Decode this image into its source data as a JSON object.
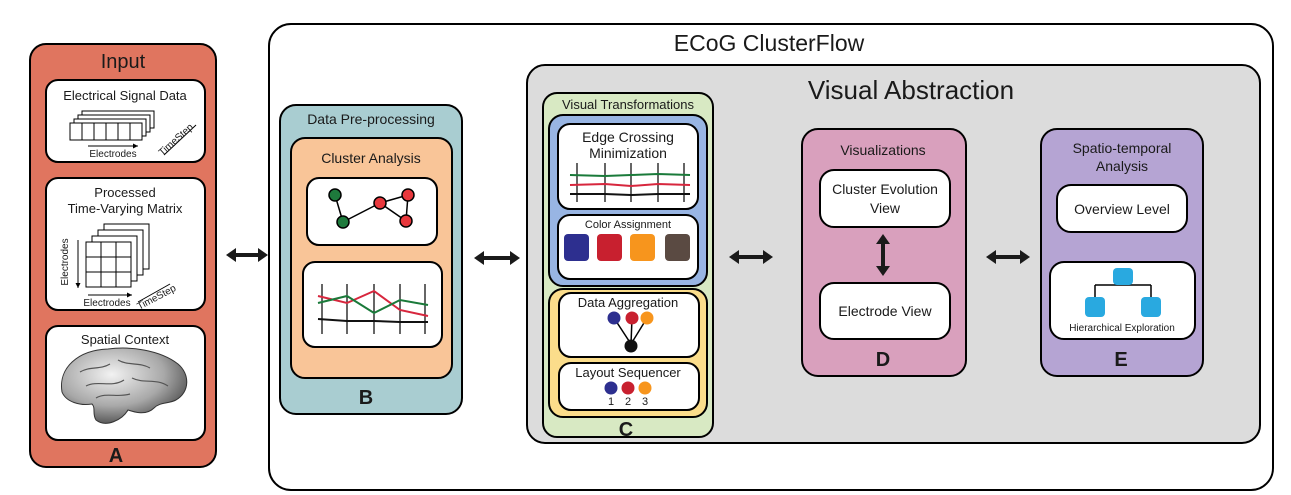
{
  "colors": {
    "input_panel": "#e0755f",
    "outer_frame": "#ffffff",
    "visual_abstraction": "#dcdcdc",
    "preprocessing": "#a9cdd1",
    "cluster_analysis": "#f9c598",
    "visual_transformations": "#d8e9c3",
    "edge_box": "#98b5e3",
    "aggregation_box": "#fbdd8b",
    "visualizations": "#d9a0bd",
    "spatiotemporal": "#b5a4d3",
    "swatches": [
      "#2d2f8f",
      "#c8202f",
      "#f7951d",
      "#5a4a42"
    ],
    "line_red": "#d7263d",
    "line_green": "#1a7a3a",
    "node_green": "#1e7a3c",
    "node_red": "#e8383d",
    "tree_node": "#29a9e0"
  },
  "input": {
    "title": "Input",
    "electrical": {
      "title": "Electrical Signal Data",
      "x_axis": "Electrodes",
      "z_axis": "TimeStep"
    },
    "processed": {
      "title_line1": "Processed",
      "title_line2": "Time-Varying Matrix",
      "y_axis": "Electrodes",
      "x_axis": "Electrodes",
      "z_axis": "TimeStep"
    },
    "spatial": {
      "title": "Spatial Context"
    },
    "label": "A"
  },
  "clusterflow": {
    "title": "ECoG ClusterFlow",
    "preprocessing": {
      "title": "Data Pre-processing",
      "cluster_title": "Cluster Analysis",
      "label": "B"
    },
    "visual_abstraction": {
      "title": "Visual Abstraction",
      "transformations": {
        "title": "Visual Transformations",
        "edge_line1": "Edge Crossing",
        "edge_line2": "Minimization",
        "color_title": "Color  Assignment",
        "aggregation_title": "Data Aggregation",
        "sequencer_title": "Layout Sequencer",
        "sequencer_numbers": [
          "1",
          "2",
          "3"
        ],
        "label": "C"
      },
      "visualizations": {
        "title": "Visualizations",
        "cluster_view_line1": "Cluster Evolution",
        "cluster_view_line2": "View",
        "electrode_view": "Electrode View",
        "label": "D"
      },
      "spatiotemporal": {
        "title_line1": "Spatio-temporal",
        "title_line2": "Analysis",
        "overview": "Overview Level",
        "hierarchical": "Hierarchical Exploration",
        "label": "E"
      }
    }
  }
}
